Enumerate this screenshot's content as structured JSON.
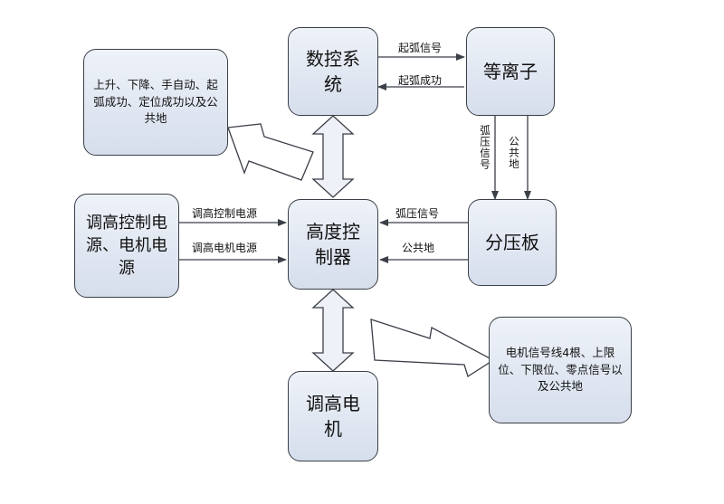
{
  "colors": {
    "box_top": "#eef2f9",
    "box_bottom": "#d6deec",
    "stroke": "#3b3f47",
    "text": "#111111"
  },
  "nodes": {
    "cnc": "数控系统",
    "plasma": "等离子",
    "height_controller": "高度控制器",
    "divider_board": "分压板",
    "power_source": "调高控制电源、电机电源",
    "lift_motor": "调高电机",
    "note_top": "上升、下降、手自动、起弧成功、定位成功以及公共地",
    "note_bottom": "电机信号线4根、上限位、下限位、零点信号以及公共地"
  },
  "edges": {
    "arc_start_signal": "起弧信号",
    "arc_success": "起弧成功",
    "arc_voltage_signal_vertical": "弧压信号",
    "common_ground_vertical": "公共地",
    "arc_voltage_signal": "弧压信号",
    "common_ground": "公共地",
    "control_power": "调高控制电源",
    "motor_power": "调高电机电源"
  }
}
